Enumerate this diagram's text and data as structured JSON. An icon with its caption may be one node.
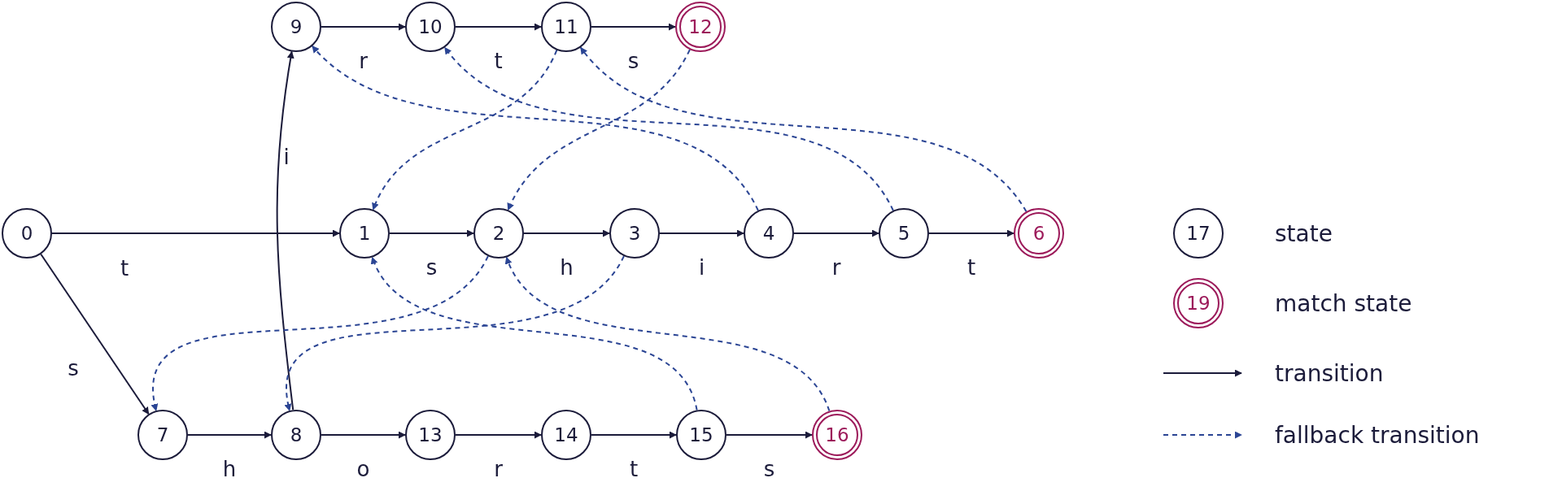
{
  "diagram": {
    "nodes": [
      {
        "text": [
          "0"
        ]
      },
      {
        "text": [
          "1"
        ]
      },
      {
        "text": [
          "2"
        ]
      },
      {
        "text": [
          "3"
        ]
      },
      {
        "text": [
          "4"
        ]
      },
      {
        "text": [
          "5"
        ]
      },
      {
        "text": [
          "6"
        ]
      },
      {
        "text": [
          "7"
        ]
      },
      {
        "text": [
          "8"
        ]
      },
      {
        "text": [
          "9"
        ]
      },
      {
        "text": [
          "10"
        ]
      },
      {
        "text": [
          "11"
        ]
      },
      {
        "text": [
          "12"
        ]
      },
      {
        "text": [
          "13"
        ]
      },
      {
        "text": [
          "14"
        ]
      },
      {
        "text": [
          "15"
        ]
      },
      {
        "text": [
          "16"
        ]
      }
    ],
    "edges": [
      {
        "from": 0,
        "to": 1,
        "arrow": "to",
        "label": "t"
      },
      {
        "from": 0,
        "to": 7,
        "arrow": "to",
        "label": "s"
      },
      {
        "from": 1,
        "to": 2,
        "arrow": "to",
        "label": "s"
      },
      {
        "from": 2,
        "to": 3,
        "arrow": "to",
        "label": "h"
      },
      {
        "from": 3,
        "to": 4,
        "arrow": "to",
        "label": "i"
      },
      {
        "from": 4,
        "to": 5,
        "arrow": "to",
        "label": "r"
      },
      {
        "from": 5,
        "to": 6,
        "arrow": "to",
        "label": "t"
      },
      {
        "from": 7,
        "to": 8,
        "arrow": "to",
        "label": "h"
      },
      {
        "from": 8,
        "to": 9,
        "arrow": "to",
        "label": "i"
      },
      {
        "from": 9,
        "to": 10,
        "arrow": "to",
        "label": "r"
      },
      {
        "from": 10,
        "to": 11,
        "arrow": "to",
        "label": "t"
      },
      {
        "from": 11,
        "to": 12,
        "arrow": "to",
        "label": "s"
      },
      {
        "from": 8,
        "to": 13,
        "arrow": "to",
        "label": "o"
      },
      {
        "from": 13,
        "to": 14,
        "arrow": "to",
        "label": "r"
      },
      {
        "from": 14,
        "to": 15,
        "arrow": "to",
        "label": "t"
      },
      {
        "from": 15,
        "to": 16,
        "arrow": "to",
        "label": "s"
      },
      {
        "from": 11,
        "to": 1,
        "arrow": "to",
        "style": "dashed",
        "color": "#2b4594"
      },
      {
        "from": 12,
        "to": 2,
        "arrow": "to",
        "style": "dashed",
        "color": "#2b4594"
      },
      {
        "from": 4,
        "to": 9,
        "arrow": "to",
        "style": "dashed",
        "color": "#2b4594"
      },
      {
        "from": 5,
        "to": 10,
        "arrow": "to",
        "style": "dashed",
        "color": "#2b4594"
      },
      {
        "from": 6,
        "to": 11,
        "arrow": "to",
        "style": "dashed",
        "color": "#2b4594"
      },
      {
        "from": 2,
        "to": 7,
        "arrow": "to",
        "style": "dashed",
        "color": "#2b4594"
      },
      {
        "from": 3,
        "to": 8,
        "arrow": "to",
        "style": "dashed",
        "color": "#2b4594"
      },
      {
        "from": 15,
        "to": 1,
        "arrow": "to",
        "style": "dashed",
        "color": "#2b4594"
      },
      {
        "from": 16,
        "to": 2,
        "arrow": "to",
        "style": "dashed",
        "color": "#2b4594"
      }
    ],
    "labels": [
      "17",
      "19"
    ],
    "legend": [
      {
        "text": "state"
      },
      {
        "text": "match state"
      },
      {
        "text": "transition"
      },
      {
        "text": "fallback transition"
      }
    ]
  }
}
